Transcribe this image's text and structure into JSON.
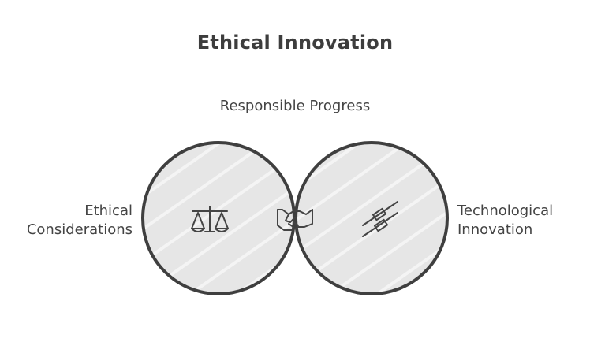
{
  "diagram": {
    "title": "Ethical Innovation",
    "intersection_label": "Responsible Progress",
    "left_set": {
      "label_line1": "Ethical",
      "label_line2": "Considerations",
      "icon": "scales-icon"
    },
    "right_set": {
      "label_line1": "Technological",
      "label_line2": "Innovation",
      "icon": "resistor-icon"
    },
    "intersection_icon": "handshake-icon",
    "colors": {
      "circle_fill": "#e8e8e8",
      "circle_stroke": "#3f3f3f",
      "intersection_fill": "#d4efff",
      "text": "#444444"
    }
  }
}
